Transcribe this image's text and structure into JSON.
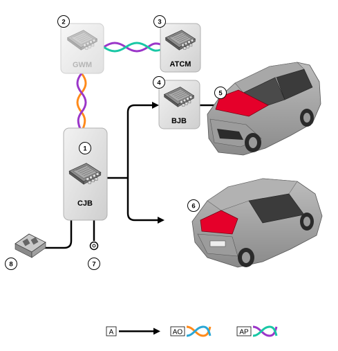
{
  "modules": {
    "gwm": {
      "label": "GWM",
      "callout": "2"
    },
    "atcm": {
      "label": "ATCM",
      "callout": "3"
    },
    "bjb": {
      "label": "BJB",
      "callout": "4"
    },
    "cjb": {
      "label": "CJB",
      "callout": "1"
    }
  },
  "callouts": {
    "front_vehicle": "5",
    "rear_vehicle": "6",
    "ground": "7",
    "fuse": "8"
  },
  "legend": {
    "a_code": "A",
    "ao_code": "AO",
    "ap_code": "AP"
  },
  "colors": {
    "bus_ao_a": "#ff8a1a",
    "bus_ao_b": "#2aa7d6",
    "bus_ap_a": "#9b36c9",
    "bus_ap_b": "#19c7a5",
    "highlight": "#e5002a",
    "module_fill": "#e4e4e4"
  },
  "icons": {
    "module_chip": "ecu-chip-icon",
    "vehicle": "suv-vehicle-icon",
    "fuse": "blade-fuse-icon",
    "ground": "ground-point-icon"
  }
}
